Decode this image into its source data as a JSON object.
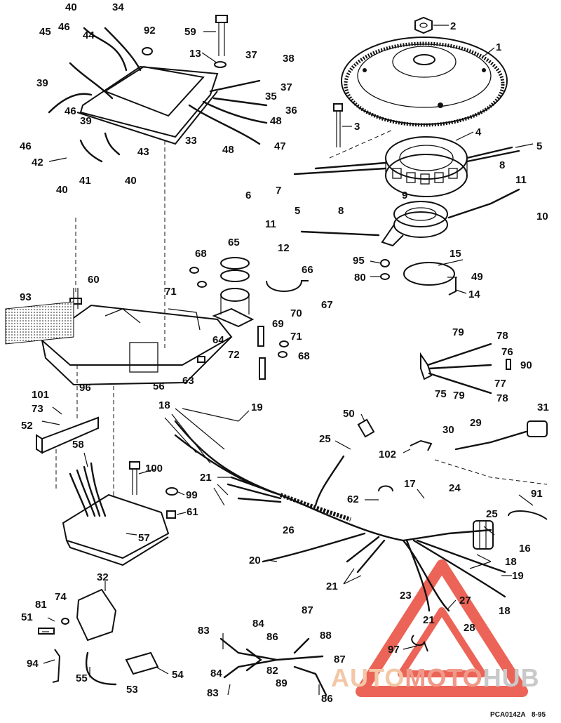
{
  "diagram": {
    "callouts": [
      {
        "id": "c1",
        "text": "1"
      },
      {
        "id": "c2",
        "text": "2"
      },
      {
        "id": "c3",
        "text": "3"
      },
      {
        "id": "c4",
        "text": "4"
      },
      {
        "id": "c5a",
        "text": "5"
      },
      {
        "id": "c5b",
        "text": "5"
      },
      {
        "id": "c6",
        "text": "6"
      },
      {
        "id": "c7",
        "text": "7"
      },
      {
        "id": "c8a",
        "text": "8"
      },
      {
        "id": "c8b",
        "text": "8"
      },
      {
        "id": "c9",
        "text": "9"
      },
      {
        "id": "c10",
        "text": "10"
      },
      {
        "id": "c11a",
        "text": "11"
      },
      {
        "id": "c11b",
        "text": "11"
      },
      {
        "id": "c12",
        "text": "12"
      },
      {
        "id": "c13",
        "text": "13"
      },
      {
        "id": "c14",
        "text": "14"
      },
      {
        "id": "c15",
        "text": "15"
      },
      {
        "id": "c16",
        "text": "16"
      },
      {
        "id": "c17",
        "text": "17"
      },
      {
        "id": "c18a",
        "text": "18"
      },
      {
        "id": "c18b",
        "text": "18"
      },
      {
        "id": "c18c",
        "text": "18"
      },
      {
        "id": "c19a",
        "text": "19"
      },
      {
        "id": "c19b",
        "text": "19"
      },
      {
        "id": "c20",
        "text": "20"
      },
      {
        "id": "c21a",
        "text": "21"
      },
      {
        "id": "c21b",
        "text": "21"
      },
      {
        "id": "c21c",
        "text": "21"
      },
      {
        "id": "c23",
        "text": "23"
      },
      {
        "id": "c24",
        "text": "24"
      },
      {
        "id": "c25a",
        "text": "25"
      },
      {
        "id": "c25b",
        "text": "25"
      },
      {
        "id": "c26",
        "text": "26"
      },
      {
        "id": "c27",
        "text": "27"
      },
      {
        "id": "c28",
        "text": "28"
      },
      {
        "id": "c29",
        "text": "29"
      },
      {
        "id": "c30",
        "text": "30"
      },
      {
        "id": "c31",
        "text": "31"
      },
      {
        "id": "c32",
        "text": "32"
      },
      {
        "id": "c33",
        "text": "33"
      },
      {
        "id": "c34",
        "text": "34"
      },
      {
        "id": "c35",
        "text": "35"
      },
      {
        "id": "c36",
        "text": "36"
      },
      {
        "id": "c37a",
        "text": "37"
      },
      {
        "id": "c37b",
        "text": "37"
      },
      {
        "id": "c38",
        "text": "38"
      },
      {
        "id": "c39a",
        "text": "39"
      },
      {
        "id": "c39b",
        "text": "39"
      },
      {
        "id": "c40a",
        "text": "40"
      },
      {
        "id": "c40b",
        "text": "40"
      },
      {
        "id": "c40c",
        "text": "40"
      },
      {
        "id": "c41",
        "text": "41"
      },
      {
        "id": "c42",
        "text": "42"
      },
      {
        "id": "c43",
        "text": "43"
      },
      {
        "id": "c44",
        "text": "44"
      },
      {
        "id": "c45",
        "text": "45"
      },
      {
        "id": "c46a",
        "text": "46"
      },
      {
        "id": "c46b",
        "text": "46"
      },
      {
        "id": "c46c",
        "text": "46"
      },
      {
        "id": "c47",
        "text": "47"
      },
      {
        "id": "c48a",
        "text": "48"
      },
      {
        "id": "c48b",
        "text": "48"
      },
      {
        "id": "c49",
        "text": "49"
      },
      {
        "id": "c50",
        "text": "50"
      },
      {
        "id": "c51",
        "text": "51"
      },
      {
        "id": "c52",
        "text": "52"
      },
      {
        "id": "c53",
        "text": "53"
      },
      {
        "id": "c54",
        "text": "54"
      },
      {
        "id": "c55",
        "text": "55"
      },
      {
        "id": "c56",
        "text": "56"
      },
      {
        "id": "c57",
        "text": "57"
      },
      {
        "id": "c58",
        "text": "58"
      },
      {
        "id": "c59",
        "text": "59"
      },
      {
        "id": "c60",
        "text": "60"
      },
      {
        "id": "c61",
        "text": "61"
      },
      {
        "id": "c62",
        "text": "62"
      },
      {
        "id": "c63",
        "text": "63"
      },
      {
        "id": "c64",
        "text": "64"
      },
      {
        "id": "c65",
        "text": "65"
      },
      {
        "id": "c66",
        "text": "66"
      },
      {
        "id": "c67",
        "text": "67"
      },
      {
        "id": "c68a",
        "text": "68"
      },
      {
        "id": "c68b",
        "text": "68"
      },
      {
        "id": "c69",
        "text": "69"
      },
      {
        "id": "c70",
        "text": "70"
      },
      {
        "id": "c71a",
        "text": "71"
      },
      {
        "id": "c71b",
        "text": "71"
      },
      {
        "id": "c72",
        "text": "72"
      },
      {
        "id": "c73",
        "text": "73"
      },
      {
        "id": "c74",
        "text": "74"
      },
      {
        "id": "c75",
        "text": "75"
      },
      {
        "id": "c76",
        "text": "76"
      },
      {
        "id": "c77",
        "text": "77"
      },
      {
        "id": "c78a",
        "text": "78"
      },
      {
        "id": "c78b",
        "text": "78"
      },
      {
        "id": "c79a",
        "text": "79"
      },
      {
        "id": "c79b",
        "text": "79"
      },
      {
        "id": "c80",
        "text": "80"
      },
      {
        "id": "c81",
        "text": "81"
      },
      {
        "id": "c82",
        "text": "82"
      },
      {
        "id": "c83a",
        "text": "83"
      },
      {
        "id": "c83b",
        "text": "83"
      },
      {
        "id": "c84a",
        "text": "84"
      },
      {
        "id": "c84b",
        "text": "84"
      },
      {
        "id": "c86a",
        "text": "86"
      },
      {
        "id": "c86b",
        "text": "86"
      },
      {
        "id": "c87a",
        "text": "87"
      },
      {
        "id": "c87b",
        "text": "87"
      },
      {
        "id": "c88",
        "text": "88"
      },
      {
        "id": "c89",
        "text": "89"
      },
      {
        "id": "c90",
        "text": "90"
      },
      {
        "id": "c91",
        "text": "91"
      },
      {
        "id": "c92",
        "text": "92"
      },
      {
        "id": "c93",
        "text": "93"
      },
      {
        "id": "c94",
        "text": "94"
      },
      {
        "id": "c95",
        "text": "95"
      },
      {
        "id": "c96",
        "text": "96"
      },
      {
        "id": "c97",
        "text": "97"
      },
      {
        "id": "c99",
        "text": "99"
      },
      {
        "id": "c100",
        "text": "100"
      },
      {
        "id": "c101",
        "text": "101"
      },
      {
        "id": "c102",
        "text": "102"
      }
    ]
  },
  "watermark": {
    "parts": [
      "AUTO",
      "MOTO",
      "HUB"
    ],
    "colors": {
      "auto": "#f3c7a6",
      "moto": "#f09a8a",
      "hub": "#c9c9c9",
      "triangle": "#e84a3a"
    }
  },
  "footer": {
    "code": "PCA0142A",
    "date": "8-95"
  }
}
